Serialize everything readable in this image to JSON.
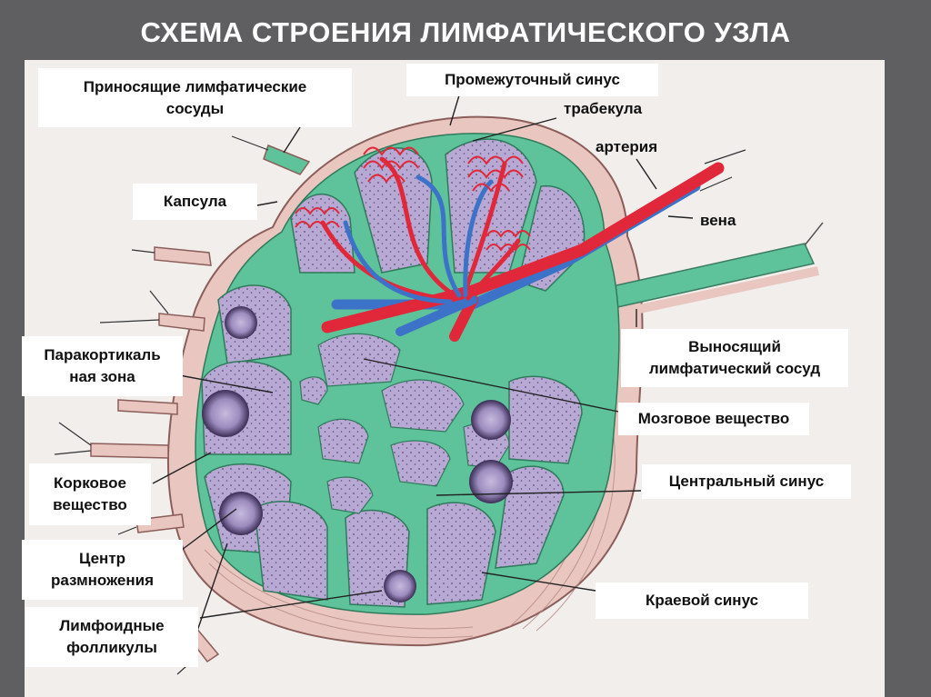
{
  "title": "СХЕМА СТРОЕНИЯ ЛИМФАТИЧЕСКОГО УЗЛА",
  "labels": {
    "afferent": "Приносящие лимфатические сосуды",
    "intermediate_sinus": "Промежуточный синус",
    "trabecula": "трабекула",
    "artery": "артерия",
    "vein": "вена",
    "capsule": "Капсула",
    "efferent": "Выносящий лимфатический сосуд",
    "paracortical": "Паракортикаль ная зона",
    "medulla": "Мозговое вещество",
    "cortex": "Корковое вещество",
    "central_sinus": "Центральный синус",
    "germinal_center": "Центр размножения",
    "marginal_sinus": "Краевой синус",
    "follicles": "Лимфоидные фолликулы"
  },
  "colors": {
    "background": "#5f5f61",
    "slide": "#f1eeec",
    "capsule": "#e9c6c0",
    "sinus": "#5ec39a",
    "parenchyma": "#b7a9d3",
    "artery": "#e0283a",
    "vein": "#3d72c9"
  }
}
